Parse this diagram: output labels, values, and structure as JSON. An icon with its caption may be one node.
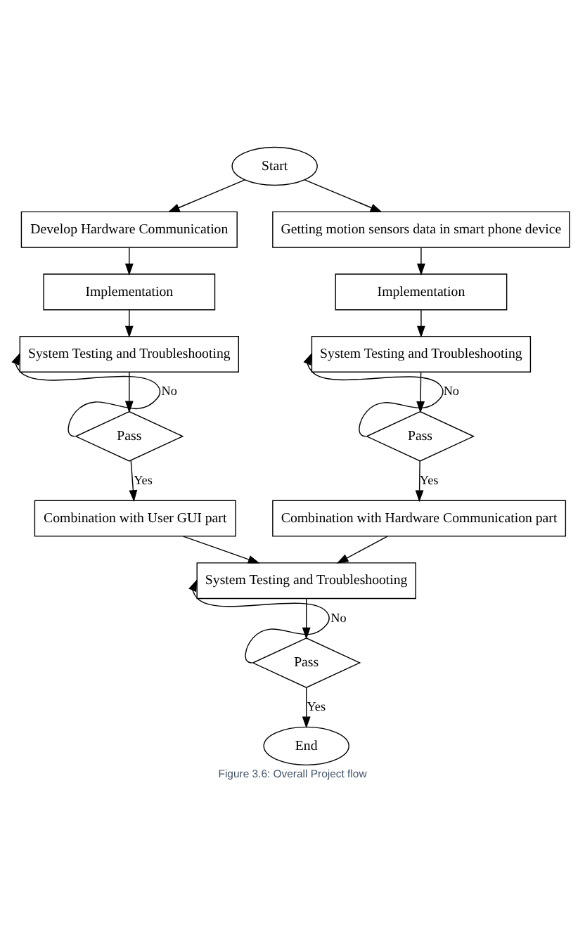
{
  "diagram": {
    "caption": "Figure 3.6: Overall Project flow",
    "nodes": [
      {
        "text": [
          "Start"
        ]
      },
      {
        "text": [
          "Develop Hardware Communication"
        ]
      },
      {
        "text": [
          "Getting motion sensors data in smart phone device"
        ]
      },
      {
        "text": [
          "Implementation"
        ]
      },
      {
        "text": [
          "Implementation"
        ]
      },
      {
        "text": [
          "System Testing and Troubleshooting"
        ]
      },
      {
        "text": [
          "System Testing and Troubleshooting"
        ]
      },
      {
        "text": [
          "Pass"
        ]
      },
      {
        "text": [
          "Pass"
        ]
      },
      {
        "text": [
          "Combination with User GUI part"
        ]
      },
      {
        "text": [
          "Combination with Hardware Communication part"
        ]
      },
      {
        "text": [
          "System Testing and Troubleshooting"
        ]
      },
      {
        "text": [
          "Pass"
        ]
      },
      {
        "text": [
          "End"
        ]
      }
    ],
    "edges": [
      {
        "from": 0,
        "to": 1,
        "arrow": "to"
      },
      {
        "from": 0,
        "to": 2,
        "arrow": "to"
      },
      {
        "from": 1,
        "to": 3,
        "arrow": "to"
      },
      {
        "from": 2,
        "to": 4,
        "arrow": "to"
      },
      {
        "from": 3,
        "to": 5,
        "arrow": "to"
      },
      {
        "from": 4,
        "to": 6,
        "arrow": "to"
      },
      {
        "from": 5,
        "to": 7,
        "arrow": "to"
      },
      {
        "from": 7,
        "to": 5,
        "arrow": "to",
        "label": "No"
      },
      {
        "from": 7,
        "to": 9,
        "arrow": "to",
        "label": "Yes"
      },
      {
        "from": 6,
        "to": 8,
        "arrow": "to"
      },
      {
        "from": 8,
        "to": 6,
        "arrow": "to",
        "label": "No"
      },
      {
        "from": 8,
        "to": 10,
        "arrow": "to",
        "label": "Yes"
      },
      {
        "from": 9,
        "to": 11,
        "arrow": "to"
      },
      {
        "from": 10,
        "to": 11,
        "arrow": "to"
      },
      {
        "from": 11,
        "to": 12,
        "arrow": "to"
      },
      {
        "from": 12,
        "to": 11,
        "arrow": "to",
        "label": "No"
      },
      {
        "from": 12,
        "to": 13,
        "arrow": "to",
        "label": "Yes"
      }
    ]
  }
}
